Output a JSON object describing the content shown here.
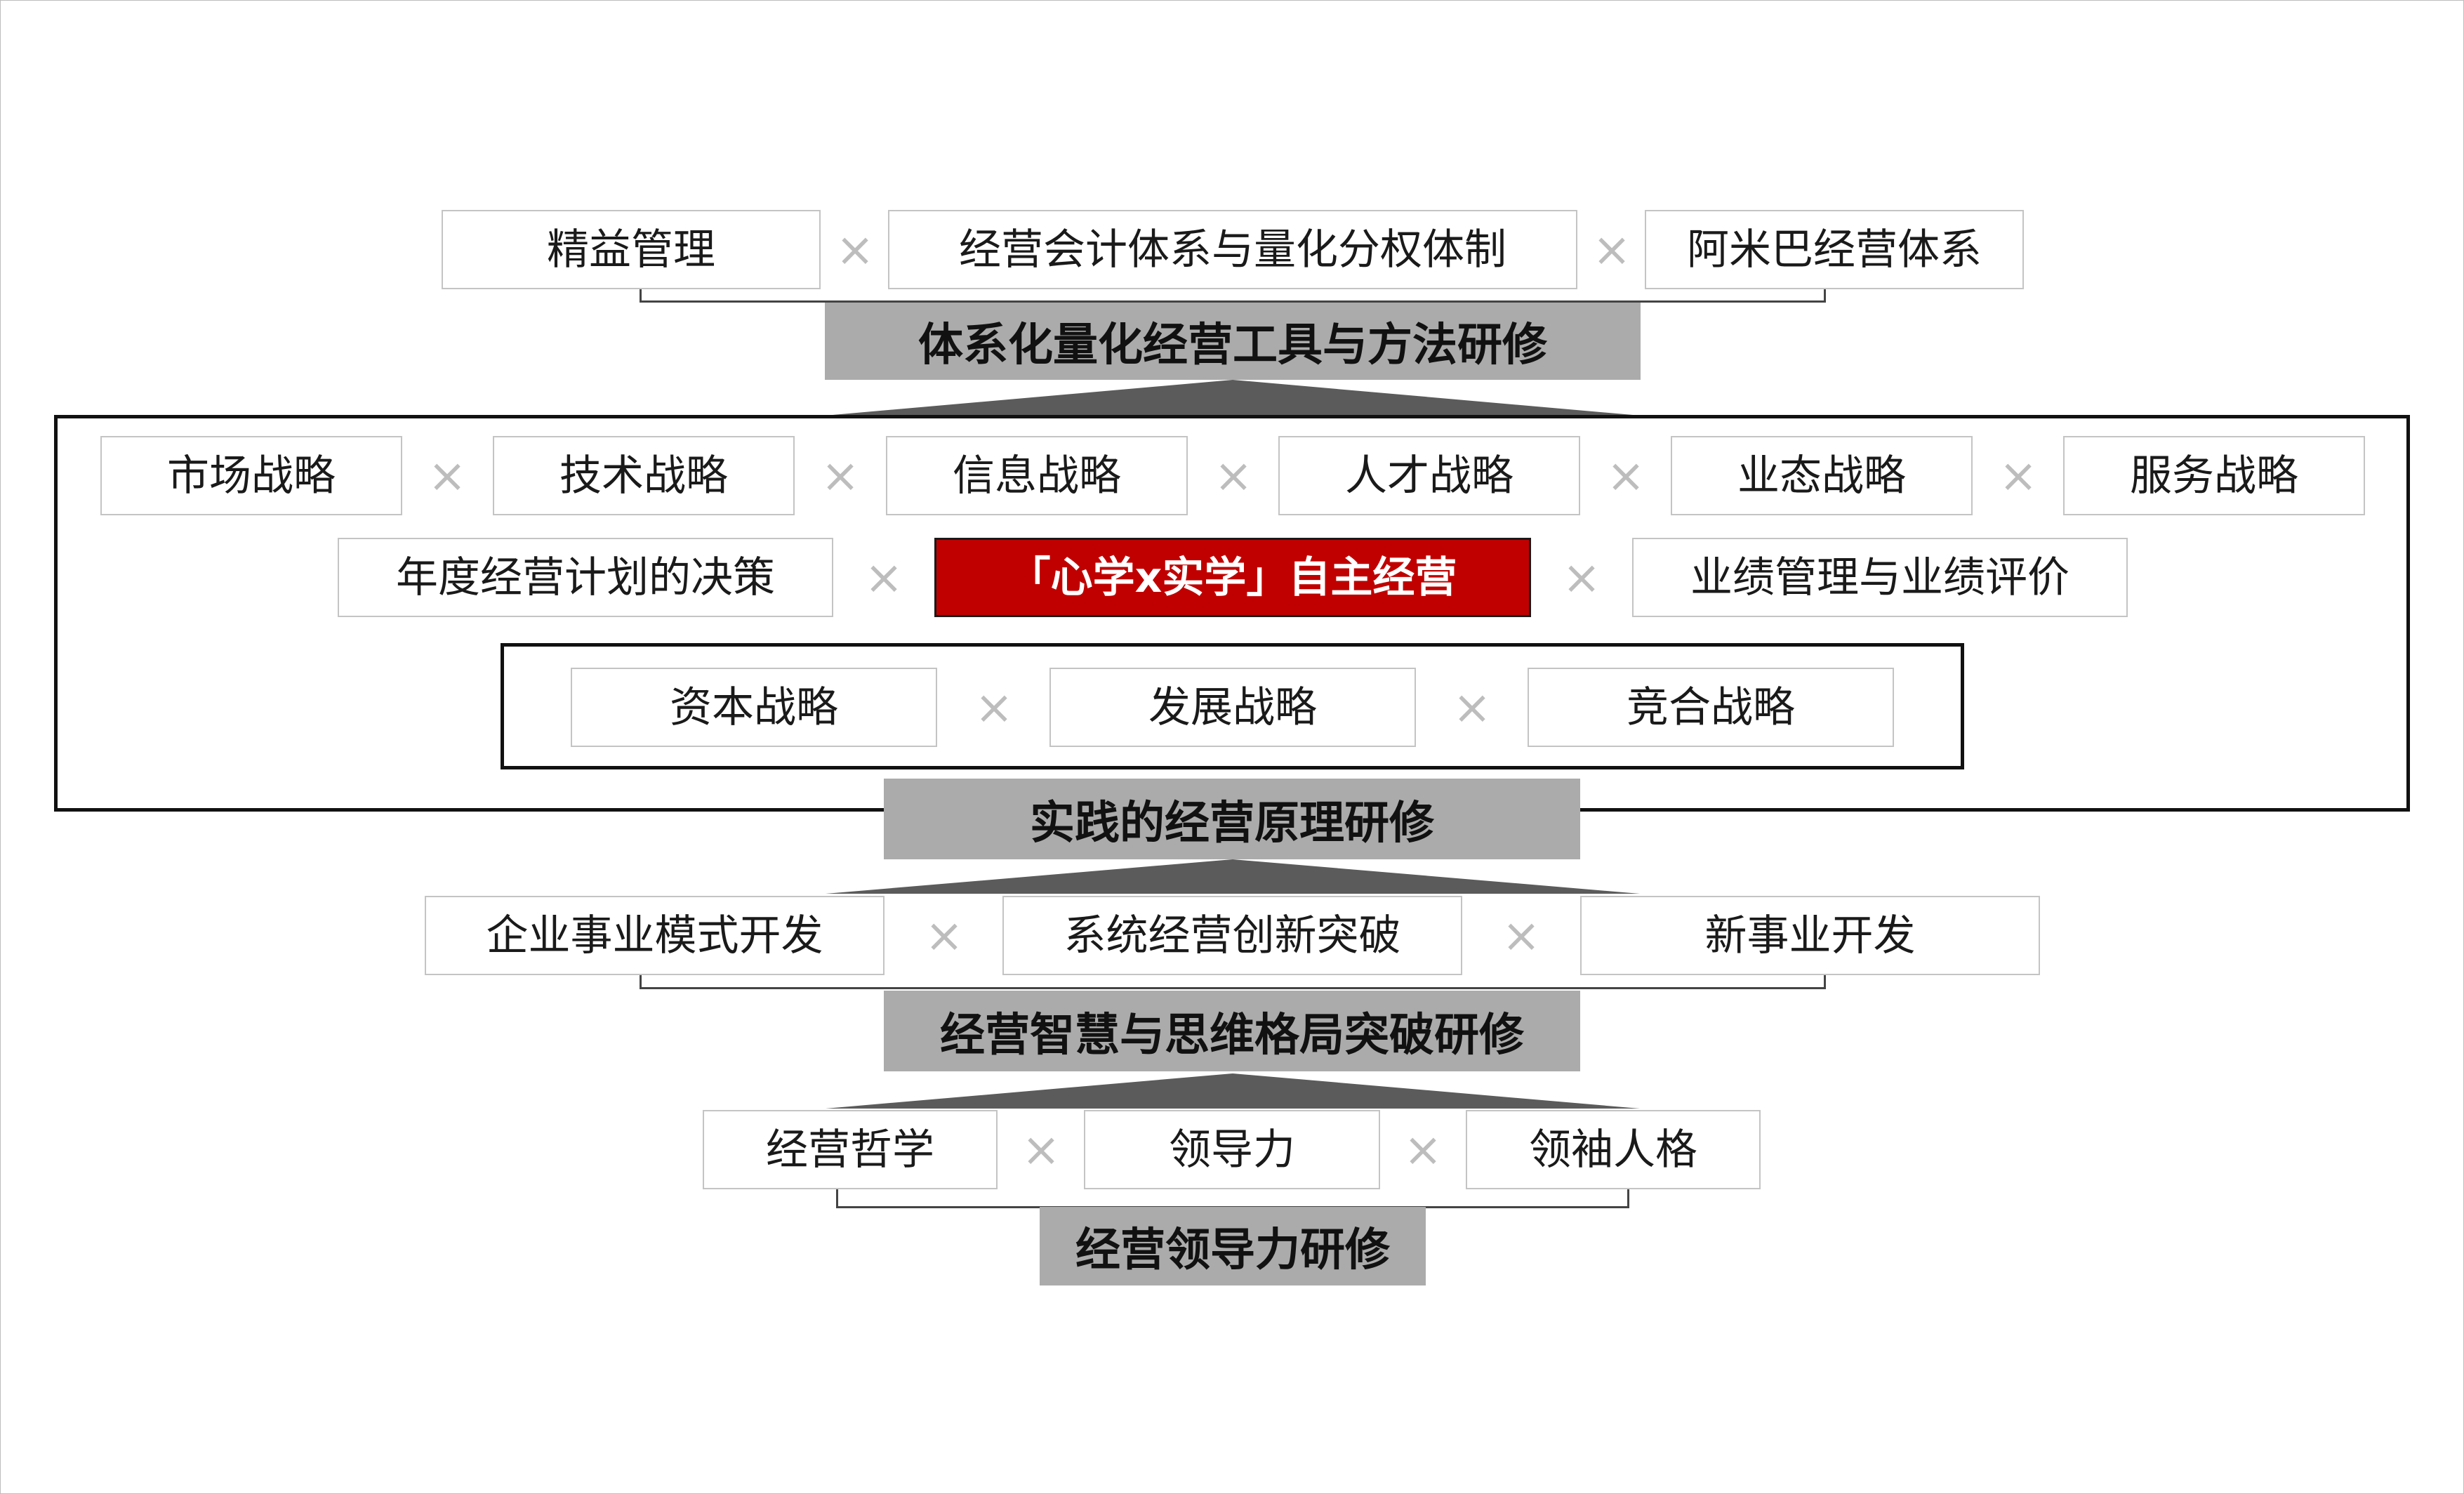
{
  "colors": {
    "accent_red": "#c00000",
    "band_gray": "#ababab",
    "frame": "#111111",
    "separator": "#bdbdbd"
  },
  "separator_symbol": "×",
  "top_tier": {
    "items": [
      "精益管理",
      "经营会计体系与量化分权体制",
      "阿米巴经营体系"
    ],
    "band": "体系化量化经营工具与方法研修"
  },
  "middle_tier": {
    "row1": [
      "市场战略",
      "技术战略",
      "信息战略",
      "人才战略",
      "业态战略",
      "服务战略"
    ],
    "row2": [
      "年度经营计划的决策",
      "「心学x实学」自主经营",
      "业绩管理与业绩评价"
    ],
    "inner_row": [
      "资本战略",
      "发展战略",
      "竞合战略"
    ],
    "band": "实践的经营原理研修"
  },
  "lower_tier": {
    "items": [
      "企业事业模式开发",
      "系统经营创新突破",
      "新事业开发"
    ],
    "band": "经营智慧与思维格局突破研修"
  },
  "bottom_tier": {
    "items": [
      "经营哲学",
      "领导力",
      "领袖人格"
    ],
    "band": "经营领导力研修"
  }
}
